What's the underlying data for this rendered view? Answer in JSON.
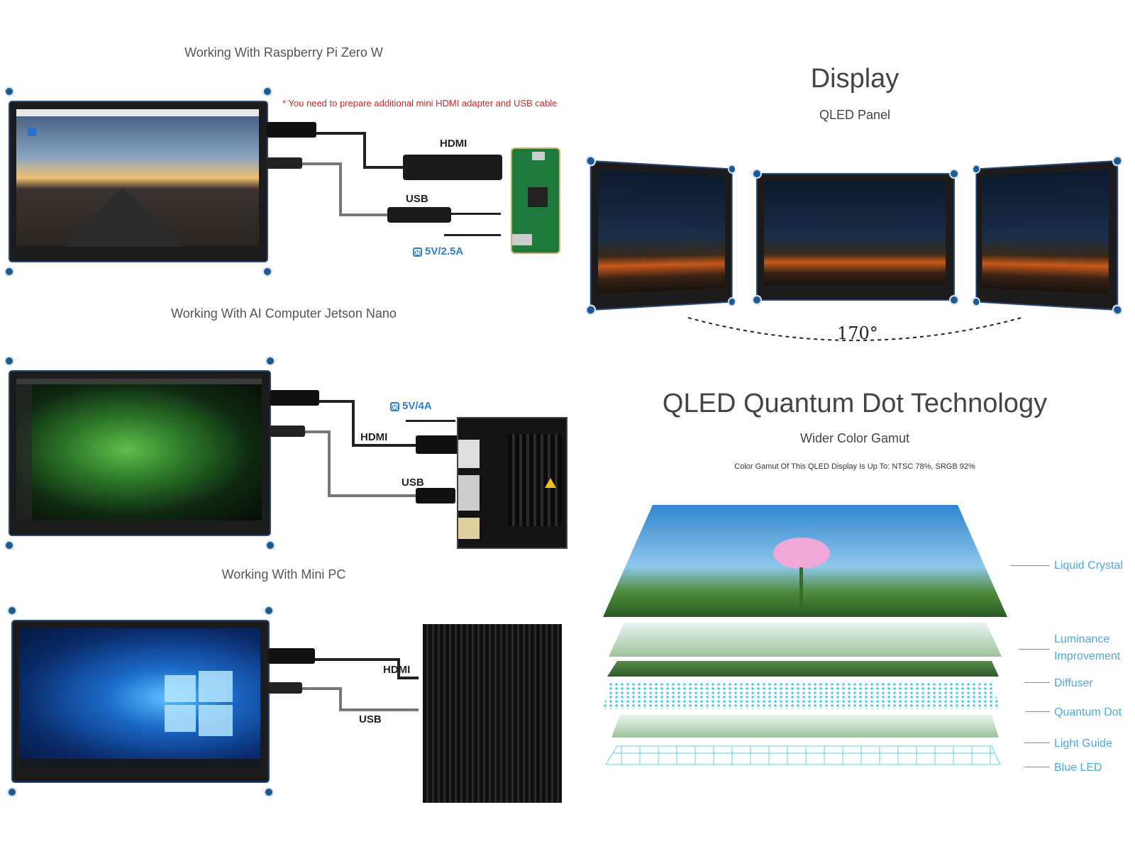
{
  "left": {
    "pi": {
      "title": "Working With Raspberry Pi Zero W",
      "note": "* You need to prepare additional mini HDMI adapter and USB cable",
      "hdmi": "HDMI",
      "usb": "USB",
      "power": "5V/2.5A"
    },
    "jetson": {
      "title": "Working With AI Computer Jetson Nano",
      "hdmi": "HDMI",
      "usb": "USB",
      "power": "5V/4A"
    },
    "minipc": {
      "title": "Working With Mini PC",
      "hdmi": "HDMI",
      "usb": "USB"
    }
  },
  "right": {
    "display": {
      "title": "Display",
      "subtitle": "QLED Panel",
      "angle": "170°"
    },
    "qled": {
      "title": "QLED Quantum Dot Technology",
      "subtitle": "Wider Color Gamut",
      "note": "Color Gamut Of This QLED Display Is Up To: NTSC 78%, SRGB 92%",
      "layers": [
        "Liquid Crystal",
        "Luminance",
        "Improvement",
        "Diffuser",
        "Quantum Dot",
        "Light Guide",
        "Blue LED"
      ]
    }
  },
  "colors": {
    "accent_blue": "#2a7fd0",
    "layer_label": "#4aa8e0",
    "note_red": "#e02020",
    "bezel_blue": "#274a7a"
  }
}
